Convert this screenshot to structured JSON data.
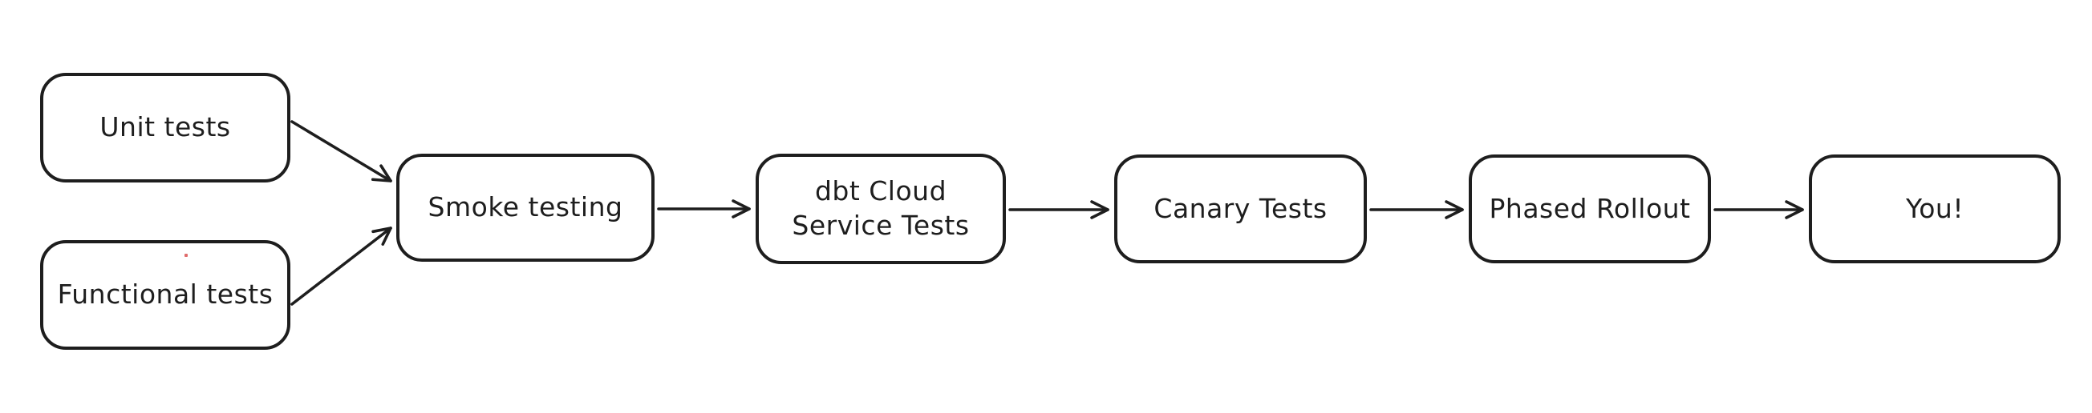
{
  "diagram": {
    "type": "flowchart",
    "style": "hand-drawn",
    "colors": {
      "background": "#ffffff",
      "node_fill": "#ffffff",
      "stroke": "#1e1e1e",
      "text": "#1e1e1e",
      "stray_mark": "#e06c6c"
    },
    "nodes": [
      {
        "id": "unit-tests",
        "label": "Unit tests"
      },
      {
        "id": "functional-tests",
        "label": "Functional tests"
      },
      {
        "id": "smoke-testing",
        "label": "Smoke testing"
      },
      {
        "id": "dbt-cloud-service-tests",
        "label": "dbt Cloud\nService Tests"
      },
      {
        "id": "canary-tests",
        "label": "Canary Tests"
      },
      {
        "id": "phased-rollout",
        "label": "Phased Rollout"
      },
      {
        "id": "you",
        "label": "You!"
      }
    ],
    "edges": [
      {
        "from": "unit-tests",
        "to": "smoke-testing"
      },
      {
        "from": "functional-tests",
        "to": "smoke-testing"
      },
      {
        "from": "smoke-testing",
        "to": "dbt-cloud-service-tests"
      },
      {
        "from": "dbt-cloud-service-tests",
        "to": "canary-tests"
      },
      {
        "from": "canary-tests",
        "to": "phased-rollout"
      },
      {
        "from": "phased-rollout",
        "to": "you"
      }
    ]
  }
}
